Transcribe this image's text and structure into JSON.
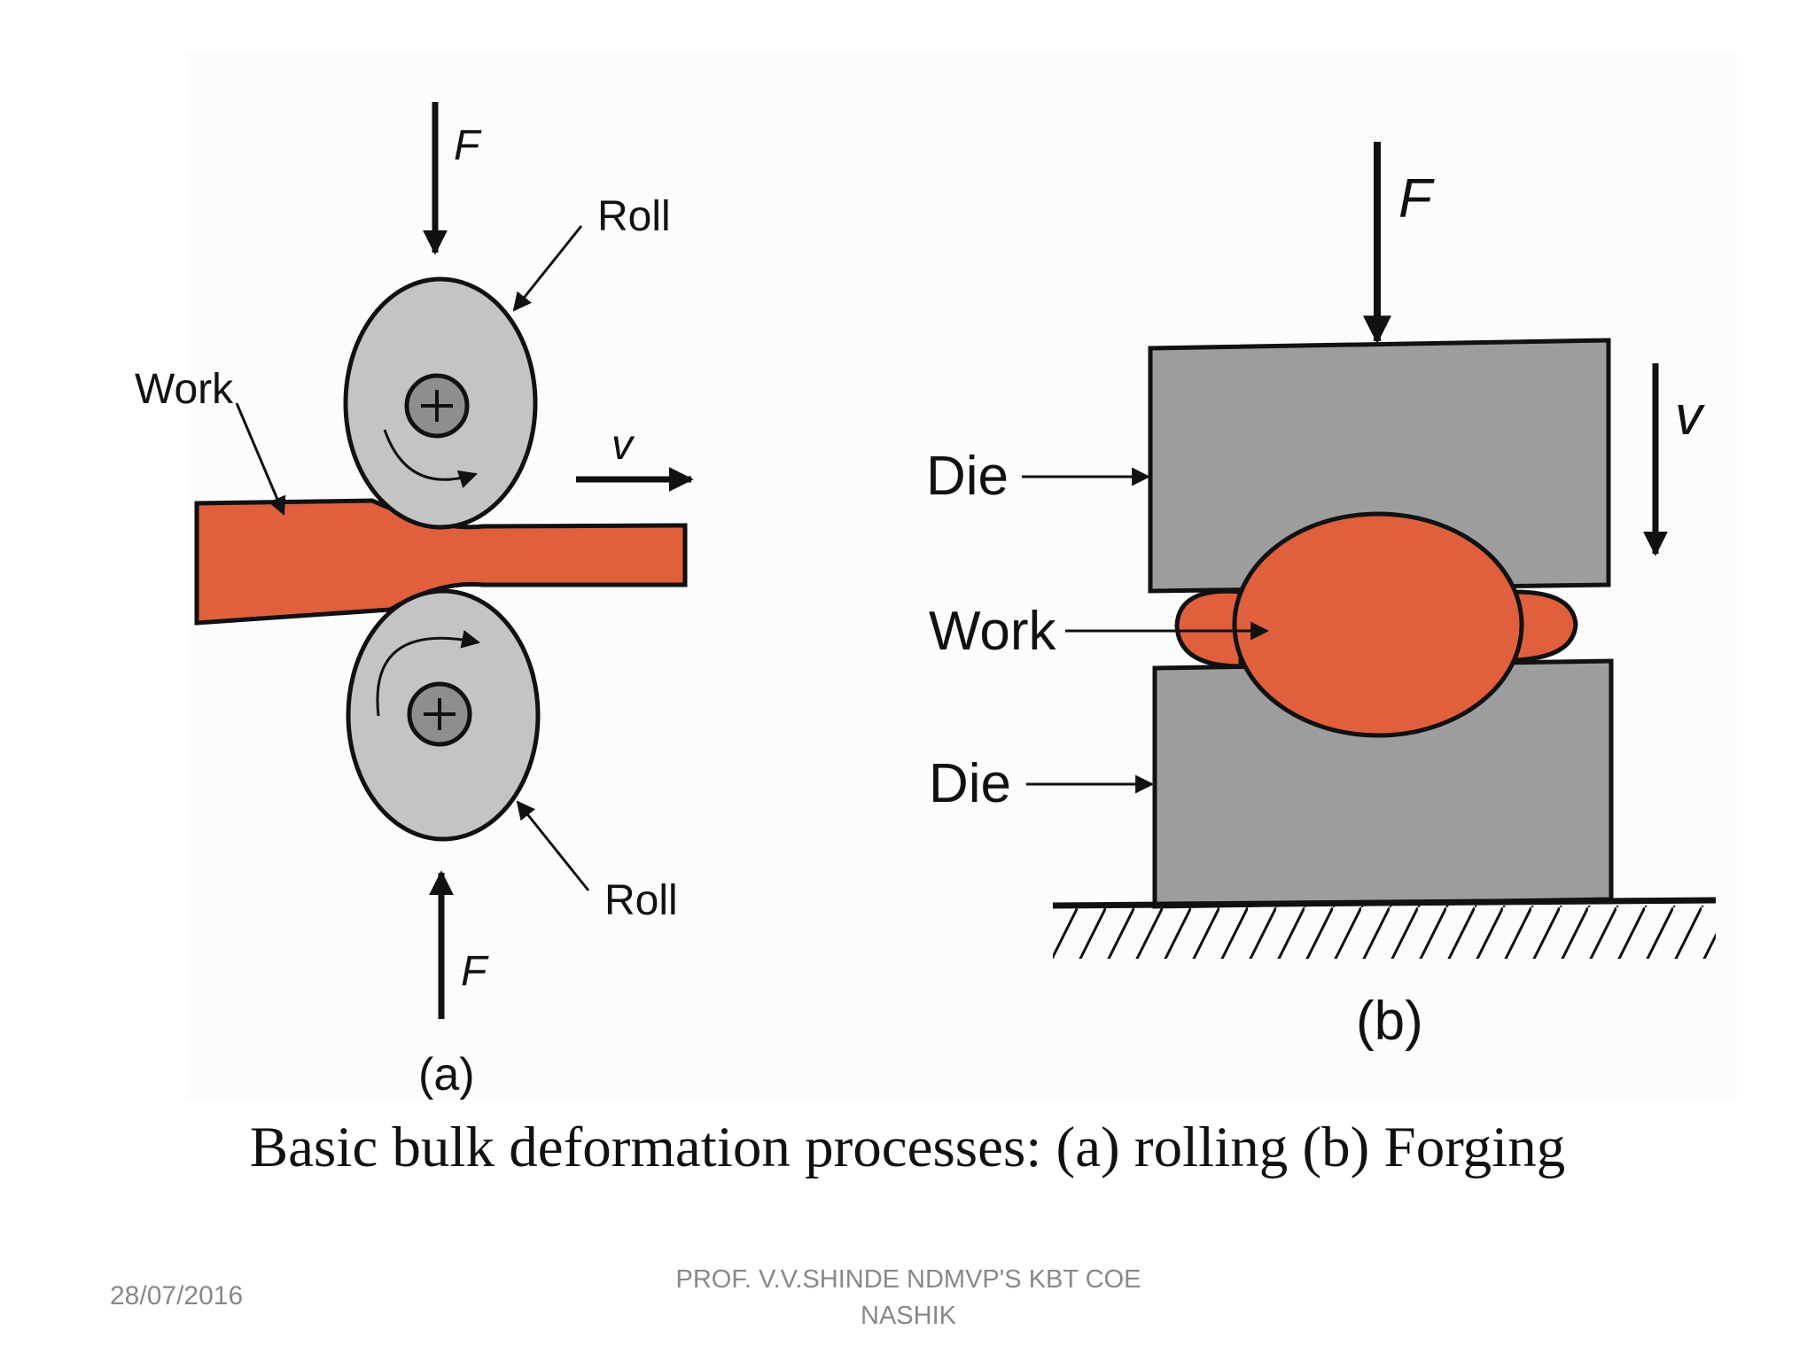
{
  "rolling": {
    "force_top": "F",
    "force_bottom": "F",
    "roll_top": "Roll",
    "roll_bottom": "Roll",
    "work": "Work",
    "velocity": "v",
    "sublabel": "(a)"
  },
  "forging": {
    "force": "F",
    "velocity": "v",
    "die_top": "Die",
    "die_bottom": "Die",
    "work": "Work",
    "sublabel": "(b)"
  },
  "caption": "Basic bulk deformation processes: (a) rolling (b) Forging",
  "footer": {
    "date": "28/07/2016",
    "line1": "PROF. V.V.SHINDE NDMVP'S KBT COE",
    "line2": "NASHIK"
  },
  "colors": {
    "work": "#e0603e",
    "roll": "#c4c4c6",
    "hub": "#8e8e90",
    "die": "#9d9d9f",
    "line": "#111111"
  }
}
